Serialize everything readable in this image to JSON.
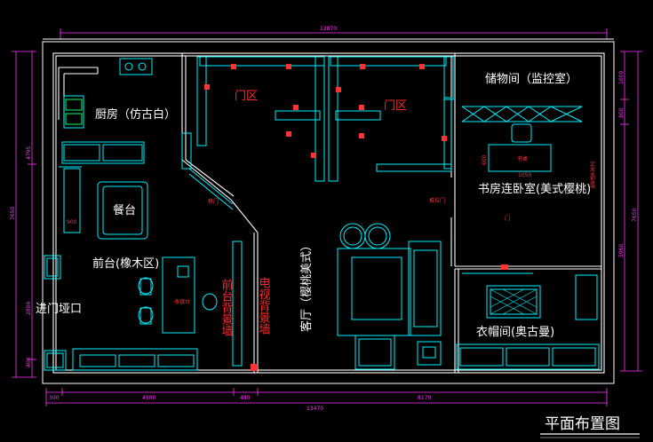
{
  "labels": {
    "kitchen": "厨房（仿古白）",
    "storage": "储物间（监控室）",
    "door_zone_left": "门区",
    "door_zone_right": "门区",
    "dining": "餐台",
    "front_desk": "前台(橡木区)",
    "entrance": "进门垭口",
    "study": "书房连卧室(美式樱桃)",
    "front_desk_wall": "前台背景墙",
    "tv_wall": "电视背景墙",
    "living_room": "客厅（樱桃美式）",
    "cloakroom": "衣帽间(奥古曼)",
    "title": "平面布置图"
  },
  "dimensions": {
    "top_total": "12870",
    "bottom_left_1": "300",
    "bottom_left_2": "4500",
    "bottom_mid": "480",
    "bottom_right": "8170",
    "bottom_total": "13470",
    "left_top": "4795",
    "left_bottom": "2800",
    "left_small": "400",
    "left_total": "7650",
    "right_top": "1000",
    "right_mid": "800",
    "right_bottom": "5960",
    "right_total": "7650"
  },
  "small_tags": {
    "desk_size": "1050",
    "desk_depth": "600",
    "desk_label": "书桌",
    "door_left": "移门",
    "door_mid": "推拉门",
    "side_text": "实木造型墙",
    "cabinet": "收银台",
    "dining_size": "900",
    "side_mark": "门"
  }
}
